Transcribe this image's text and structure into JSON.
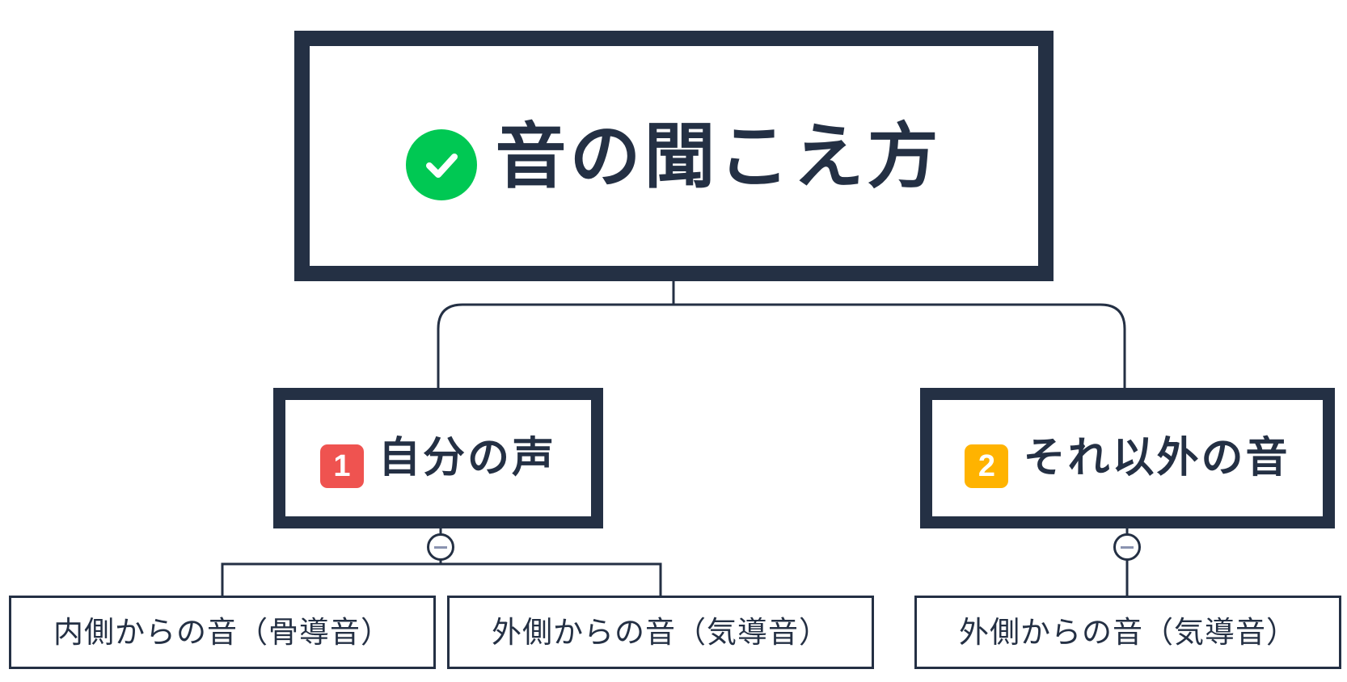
{
  "root": {
    "title": "音の聞こえ方",
    "icon": "check-circle-icon",
    "icon_color": "#00c853"
  },
  "children": [
    {
      "badge": "1",
      "badge_color": "#ef5350",
      "label": "自分の声",
      "leaves": [
        "内側からの音（骨導音）",
        "外側からの音（気導音）"
      ]
    },
    {
      "badge": "2",
      "badge_color": "#ffb300",
      "label": "それ以外の音",
      "leaves": [
        "外側からの音（気導音）"
      ]
    }
  ],
  "colors": {
    "border": "#243044"
  }
}
